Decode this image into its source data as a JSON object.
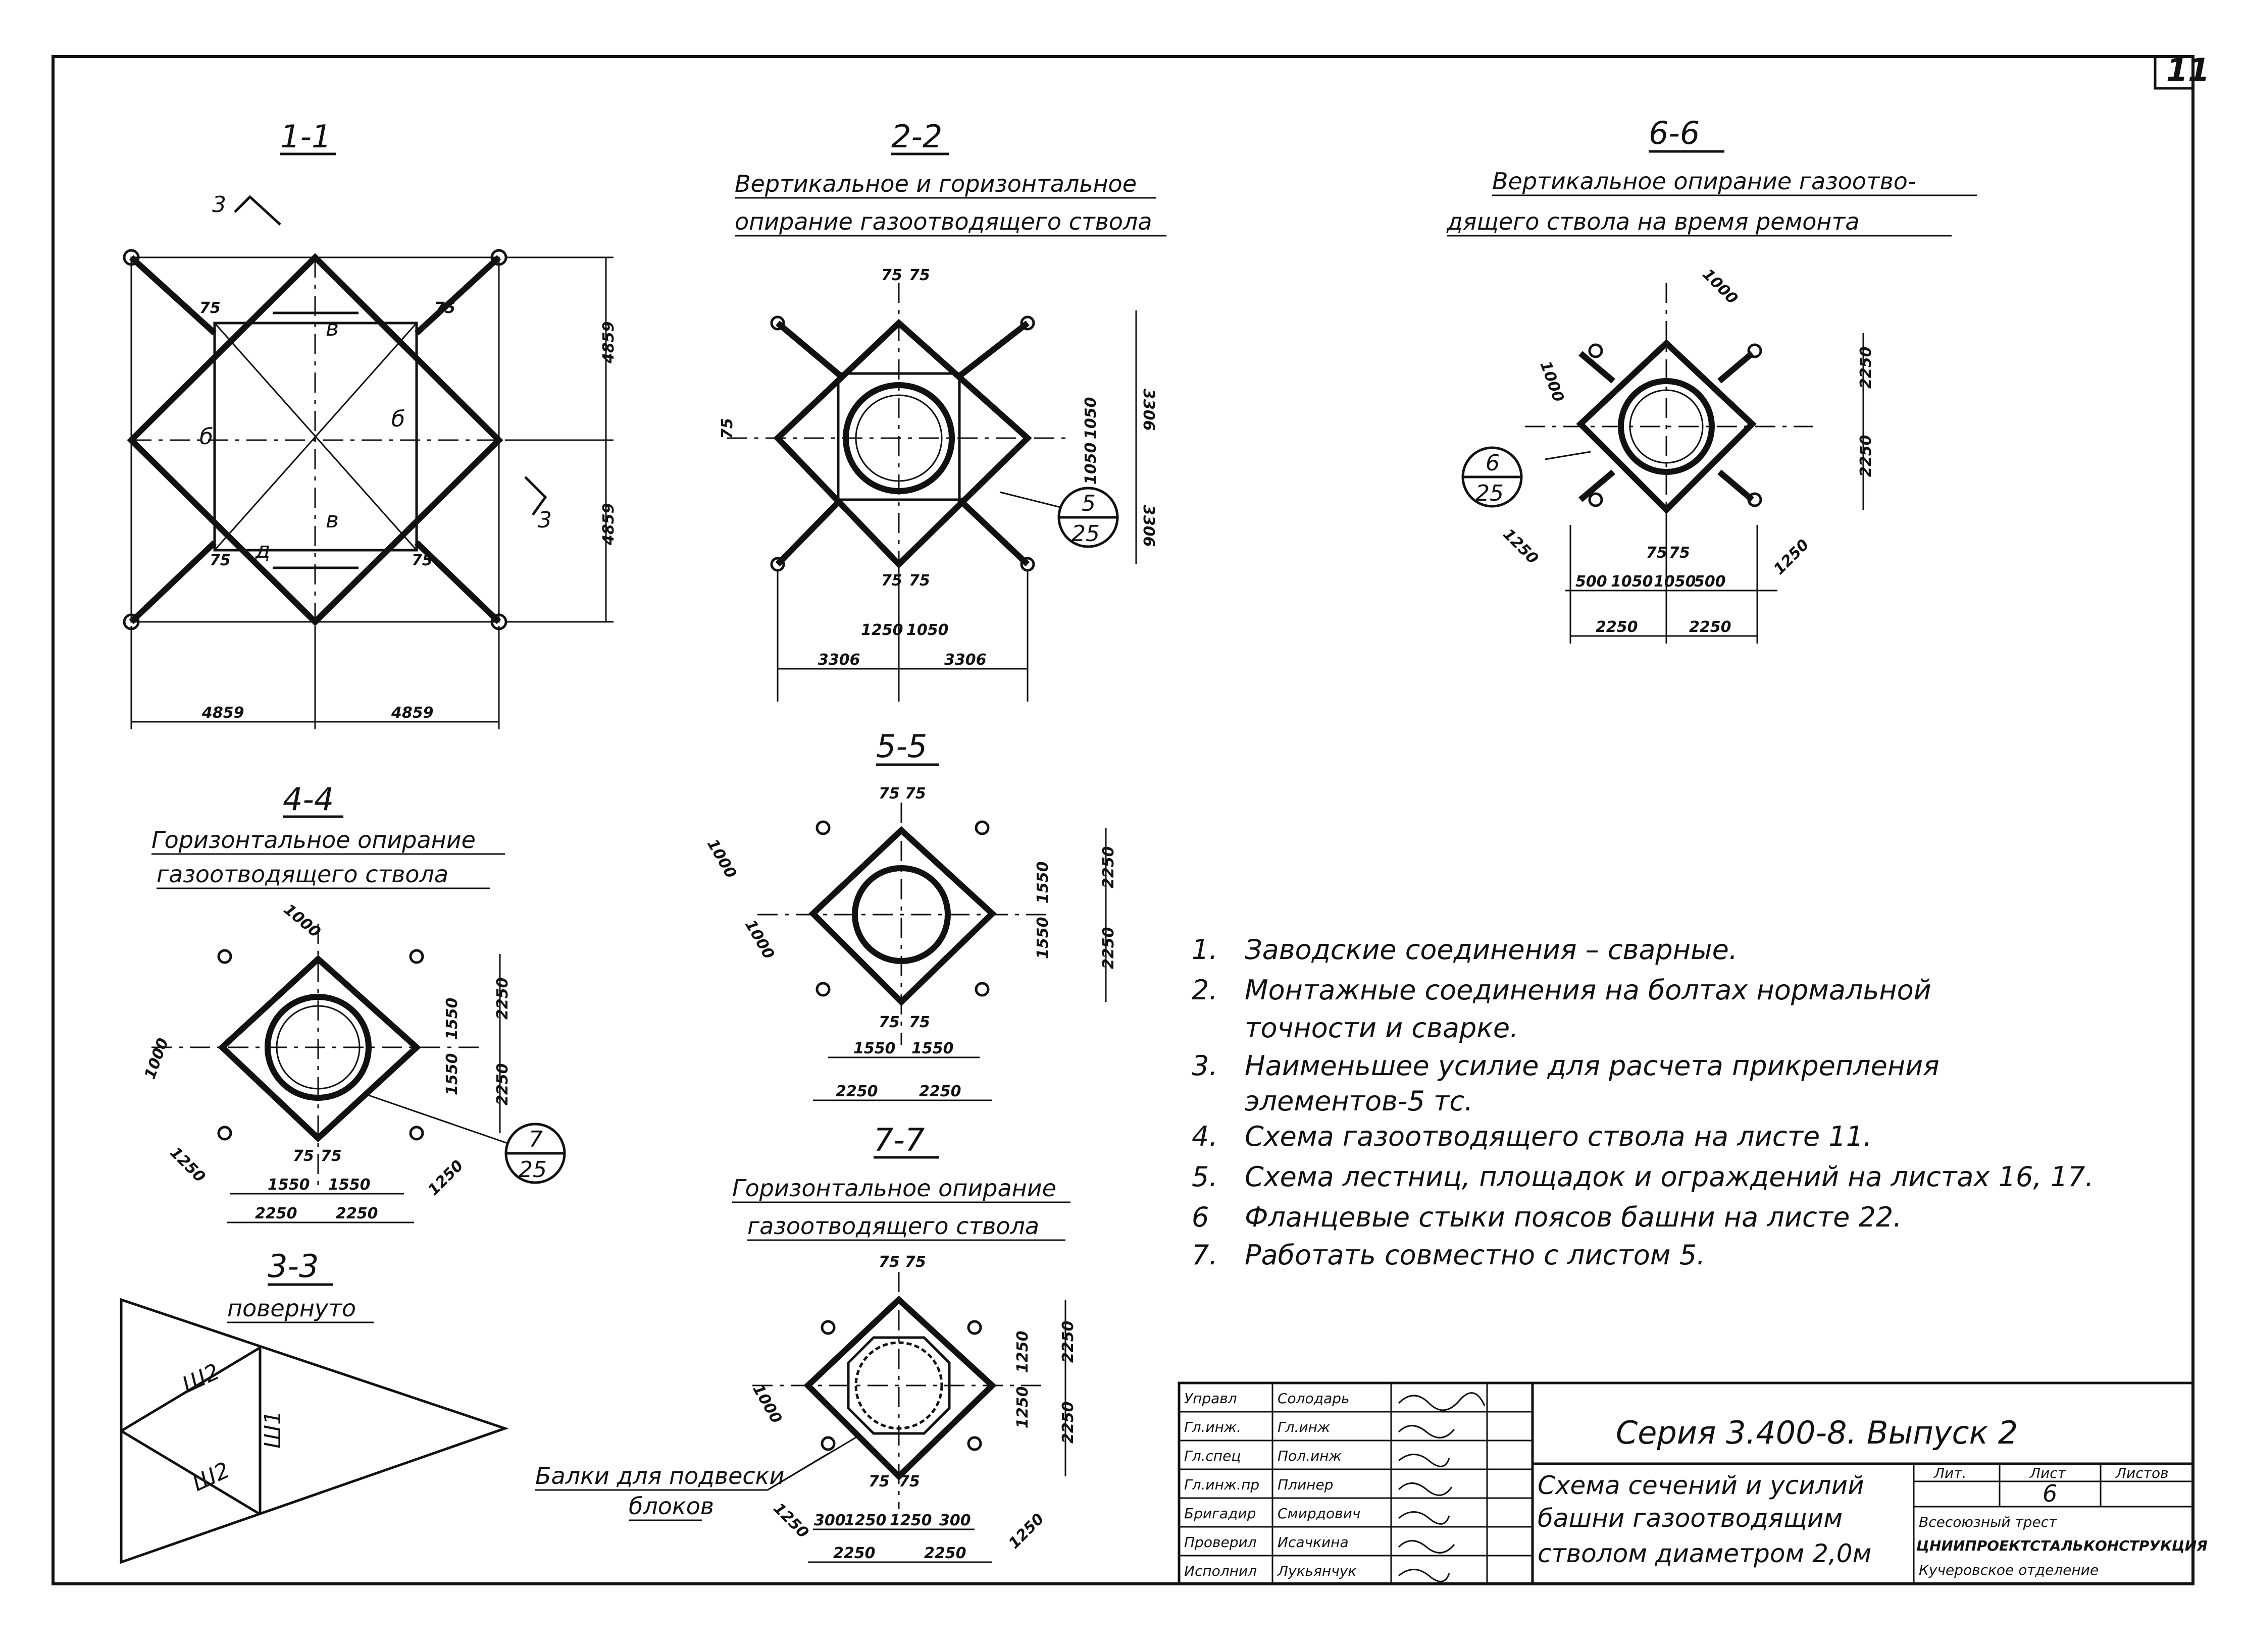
{
  "sheet_number": "11",
  "sections": {
    "s11": {
      "title": "1-1",
      "cut_mark": "3",
      "dim_right_upper": "4859",
      "dim_right_lower": "4859",
      "dim_bottom_left": "4859",
      "dim_bottom_right": "4859",
      "dim_75": "75",
      "lbl_b": "б",
      "lbl_v": "в",
      "lbl_d": "д"
    },
    "s22": {
      "title": "2-2",
      "caption_1": "Вертикальное и горизонтальное",
      "caption_2": "опирание газоотводящего ствола",
      "dim_75": "75",
      "dim_1250": "1250",
      "dim_1050": "1050",
      "dim_3306": "3306",
      "callout_top": "5",
      "callout_bottom": "25"
    },
    "s66": {
      "title": "6-6",
      "caption_1": "Вертикальное опирание газоотво-",
      "caption_2": "дящего ствола на время ремонта",
      "dim_75": "75",
      "dim_500": "500",
      "dim_1050": "1050",
      "dim_2250": "2250",
      "dim_1000": "1000",
      "dim_1250": "1250",
      "callout_top": "6",
      "callout_bottom": "25"
    },
    "s44": {
      "title": "4-4",
      "caption_1": "Горизонтальное опирание",
      "caption_2": "газоотводящего ствола",
      "dim_75": "75",
      "dim_1550": "1550",
      "dim_2250": "2250",
      "dim_1250": "1250",
      "dim_1000": "1000",
      "callout_top": "7",
      "callout_bottom": "25"
    },
    "s55": {
      "title": "5-5",
      "dim_75": "75",
      "dim_1550": "1550",
      "dim_2250": "2250",
      "dim_1000": "1000"
    },
    "s77": {
      "title": "7-7",
      "caption_1": "Горизонтальное опирание",
      "caption_2": "газоотводящего ствола",
      "dim_75": "75",
      "dim_300": "300",
      "dim_1250": "1250",
      "dim_2250": "2250",
      "dim_1000": "1000",
      "leader_1": "Балки для подвески",
      "leader_2": "блоков"
    },
    "s33": {
      "title": "3-3",
      "caption": "повернуто",
      "lbl_w1": "Ш1",
      "lbl_w2": "Ш2"
    }
  },
  "notes": [
    {
      "num": "1.",
      "text": "Заводские соединения – сварные."
    },
    {
      "num": "2.",
      "text": "Монтажные соединения на болтах нормальной"
    },
    {
      "num": "",
      "text": "точности и сварке."
    },
    {
      "num": "3.",
      "text": "Наименьшее усилие для расчета прикрепления"
    },
    {
      "num": "",
      "text": "элементов-5 тс."
    },
    {
      "num": "4.",
      "text": "Схема газоотводящего ствола на листе 11."
    },
    {
      "num": "5.",
      "text": "Схема лестниц, площадок и ограждений на листах 16, 17."
    },
    {
      "num": "6",
      "text": "Фланцевые стыки поясов башни на листе 22."
    },
    {
      "num": "7.",
      "text": "Работать совместно с листом 5."
    }
  ],
  "title_block": {
    "roles": [
      "Управл",
      "Гл.инж.",
      "Гл.спец",
      "Гл.инж.пр",
      "Бригадир",
      "Проверил",
      "Исполнил"
    ],
    "names": [
      "Солодарь",
      "Гл.инж",
      "Пол.инж",
      "Плинер",
      "Смирдович",
      "Исачкина",
      "Лукьянчук"
    ],
    "series": "Серия 3.400-8. Выпуск 2",
    "doc_title_1": "Схема сечений и усилий",
    "doc_title_2": "башни газоотводящим",
    "doc_title_3": "стволом диаметром 2,0м",
    "col_stage": "Лит.",
    "col_sheet": "Лист",
    "col_sheets": "Листов",
    "sheet_value": "6",
    "org_1": "Всесоюзный трест",
    "org_2": "ЦНИИПРОЕКТСТАЛЬКОНСТРУКЦИЯ",
    "org_3": "Кучеровское отделение"
  }
}
